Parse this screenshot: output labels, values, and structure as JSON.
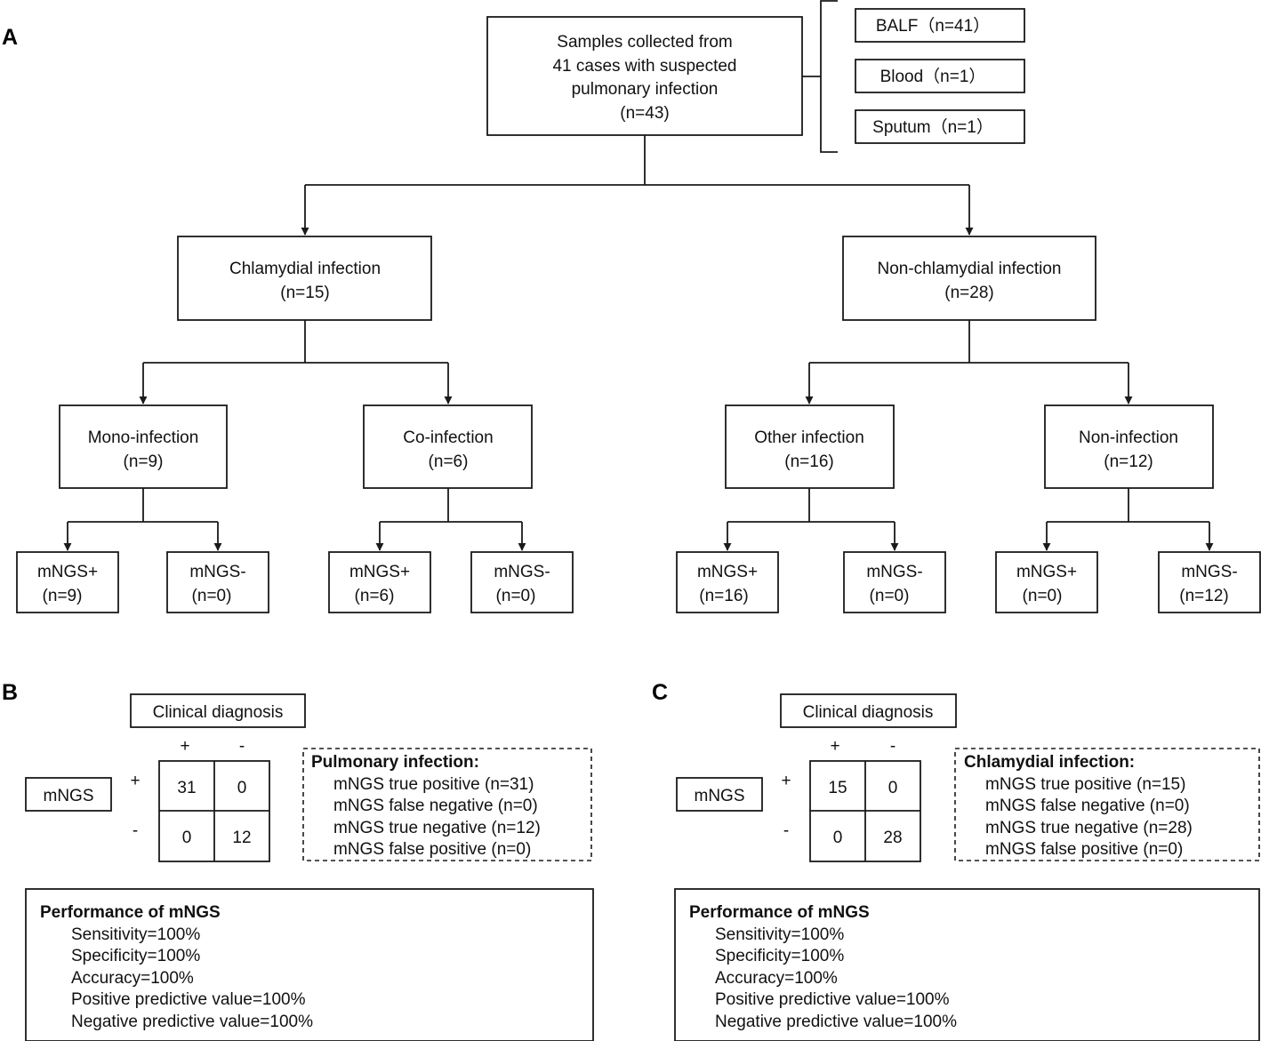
{
  "panels": {
    "a": "A",
    "b": "B",
    "c": "C"
  },
  "flow": {
    "root": [
      "Samples collected from",
      "41 cases with suspected",
      "pulmonary infection",
      "(n=43)"
    ],
    "samples": [
      "BALF（n=41）",
      "Blood（n=1）",
      "Sputum（n=1）"
    ],
    "chlamydial": [
      "Chlamydial infection",
      "(n=15)"
    ],
    "non_chlamydial": [
      "Non-chlamydial infection",
      "(n=28)"
    ],
    "mono": [
      "Mono-infection",
      "(n=9)"
    ],
    "co": [
      "Co-infection",
      "(n=6)"
    ],
    "other": [
      "Other infection",
      "(n=16)"
    ],
    "non_infection": [
      "Non-infection",
      "(n=12)"
    ],
    "leaves": [
      [
        "mNGS+",
        "(n=9)"
      ],
      [
        "mNGS-",
        "(n=0)"
      ],
      [
        "mNGS+",
        "(n=6)"
      ],
      [
        "mNGS-",
        "(n=0)"
      ],
      [
        "mNGS+",
        "(n=16)"
      ],
      [
        "mNGS-",
        "(n=0)"
      ],
      [
        "mNGS+",
        "(n=0)"
      ],
      [
        "mNGS-",
        "(n=12)"
      ]
    ]
  },
  "panel_b": {
    "clinical_label": "Clinical diagnosis",
    "col_plus": "+",
    "col_minus": "-",
    "row_label": "mNGS",
    "row_plus": "+",
    "row_minus": "-",
    "cells": [
      "31",
      "0",
      "0",
      "12"
    ],
    "legend_title": "Pulmonary infection:",
    "legend_items": [
      "mNGS true positive (n=31)",
      "mNGS false negative (n=0)",
      "mNGS true negative (n=12)",
      "mNGS false positive (n=0)"
    ],
    "perf_title": "Performance of mNGS",
    "perf_items": [
      "Sensitivity=100%",
      "Specificity=100%",
      "Accuracy=100%",
      "Positive predictive value=100%",
      "Negative predictive value=100%"
    ]
  },
  "panel_c": {
    "clinical_label": "Clinical diagnosis",
    "col_plus": "+",
    "col_minus": "-",
    "row_label": "mNGS",
    "row_plus": "+",
    "row_minus": "-",
    "cells": [
      "15",
      "0",
      "0",
      "28"
    ],
    "legend_title": "Chlamydial infection:",
    "legend_items": [
      "mNGS true positive (n=15)",
      "mNGS false negative (n=0)",
      "mNGS true negative (n=28)",
      "mNGS false positive (n=0)"
    ],
    "perf_title": "Performance of mNGS",
    "perf_items": [
      "Sensitivity=100%",
      "Specificity=100%",
      "Accuracy=100%",
      "Positive predictive value=100%",
      "Negative predictive value=100%"
    ]
  }
}
